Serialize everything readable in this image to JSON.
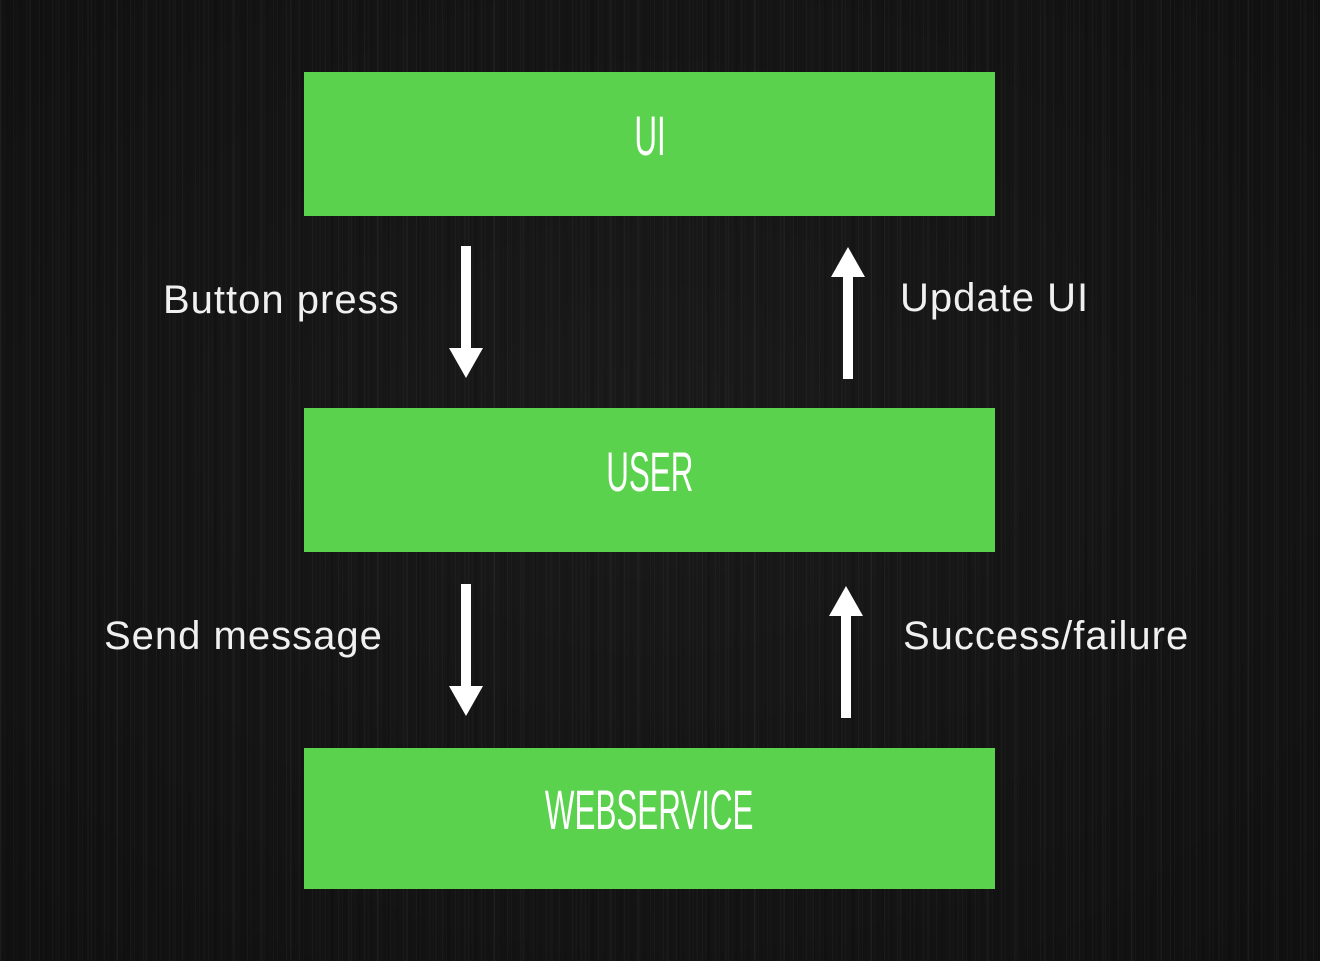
{
  "colors": {
    "background": "#151515",
    "node_green": "#5bd24d",
    "node_text": "#ffffff",
    "arrow_white": "#ffffff",
    "label_text": "#f0f0f0"
  },
  "diagram": {
    "type": "flow",
    "nodes": [
      {
        "id": "ui",
        "label": "UI"
      },
      {
        "id": "user",
        "label": "USER"
      },
      {
        "id": "webservice",
        "label": "WEBSERVICE"
      }
    ],
    "edges": [
      {
        "from": "ui",
        "to": "user",
        "direction": "down",
        "label": "Button press"
      },
      {
        "from": "user",
        "to": "ui",
        "direction": "up",
        "label": "Update UI"
      },
      {
        "from": "user",
        "to": "webservice",
        "direction": "down",
        "label": "Send message"
      },
      {
        "from": "webservice",
        "to": "user",
        "direction": "up",
        "label": "Success/failure"
      }
    ]
  }
}
